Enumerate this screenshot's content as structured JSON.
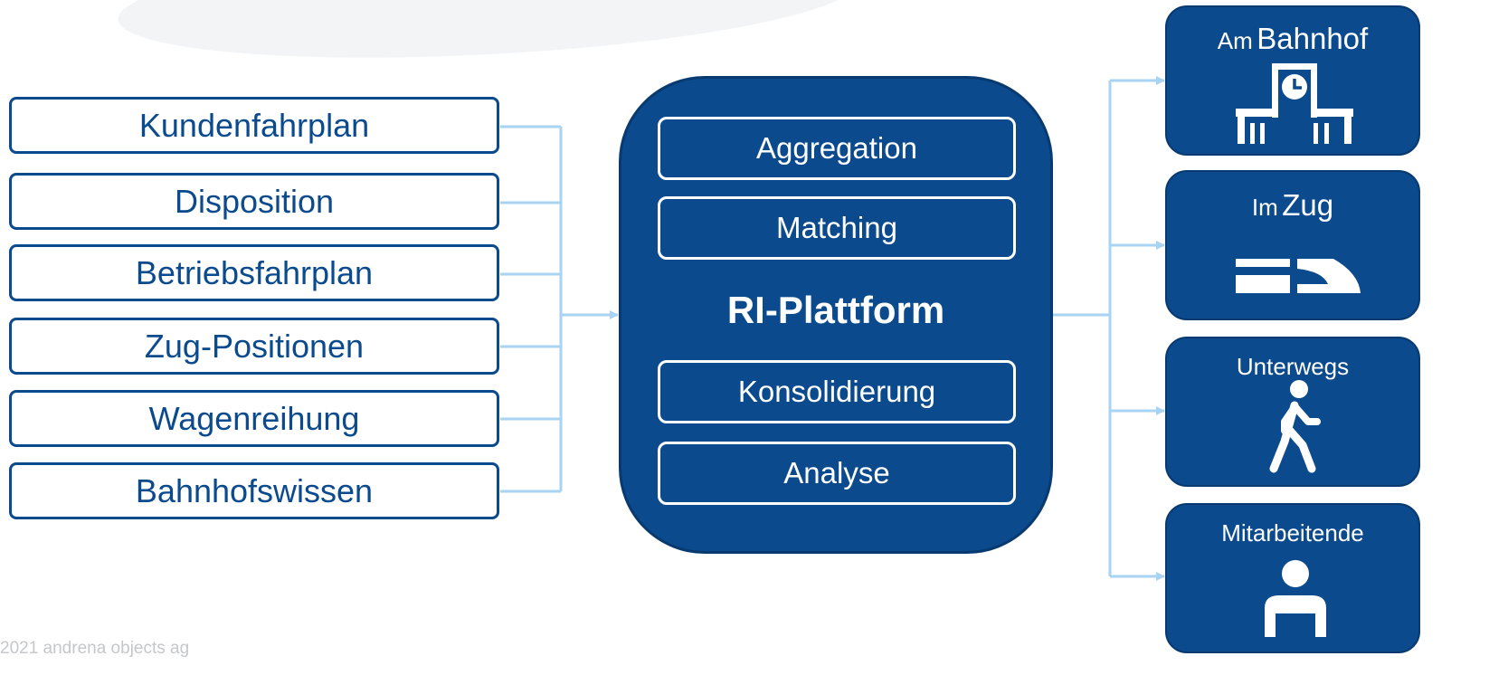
{
  "footer": "2021 andrena objects ag",
  "colors": {
    "primary": "#0b4a8d",
    "connector": "#a9d3f2"
  },
  "sources": [
    {
      "label": "Kundenfahrplan"
    },
    {
      "label": "Disposition"
    },
    {
      "label": "Betriebsfahrplan"
    },
    {
      "label": "Zug-Positionen"
    },
    {
      "label": "Wagenreihung"
    },
    {
      "label": "Bahnhofswissen"
    }
  ],
  "platform": {
    "title": "RI-Plattform",
    "modules": [
      {
        "label": "Aggregation"
      },
      {
        "label": "Matching"
      },
      {
        "label": "Konsolidierung"
      },
      {
        "label": "Analyse"
      }
    ]
  },
  "targets": [
    {
      "label_small": "Am",
      "label_large": "Bahnhof",
      "icon": "station-icon"
    },
    {
      "label_small": "Im",
      "label_large": "Zug",
      "icon": "train-icon"
    },
    {
      "label": "Unterwegs",
      "icon": "walking-person-icon"
    },
    {
      "label": "Mitarbeitende",
      "icon": "employee-icon"
    }
  ]
}
